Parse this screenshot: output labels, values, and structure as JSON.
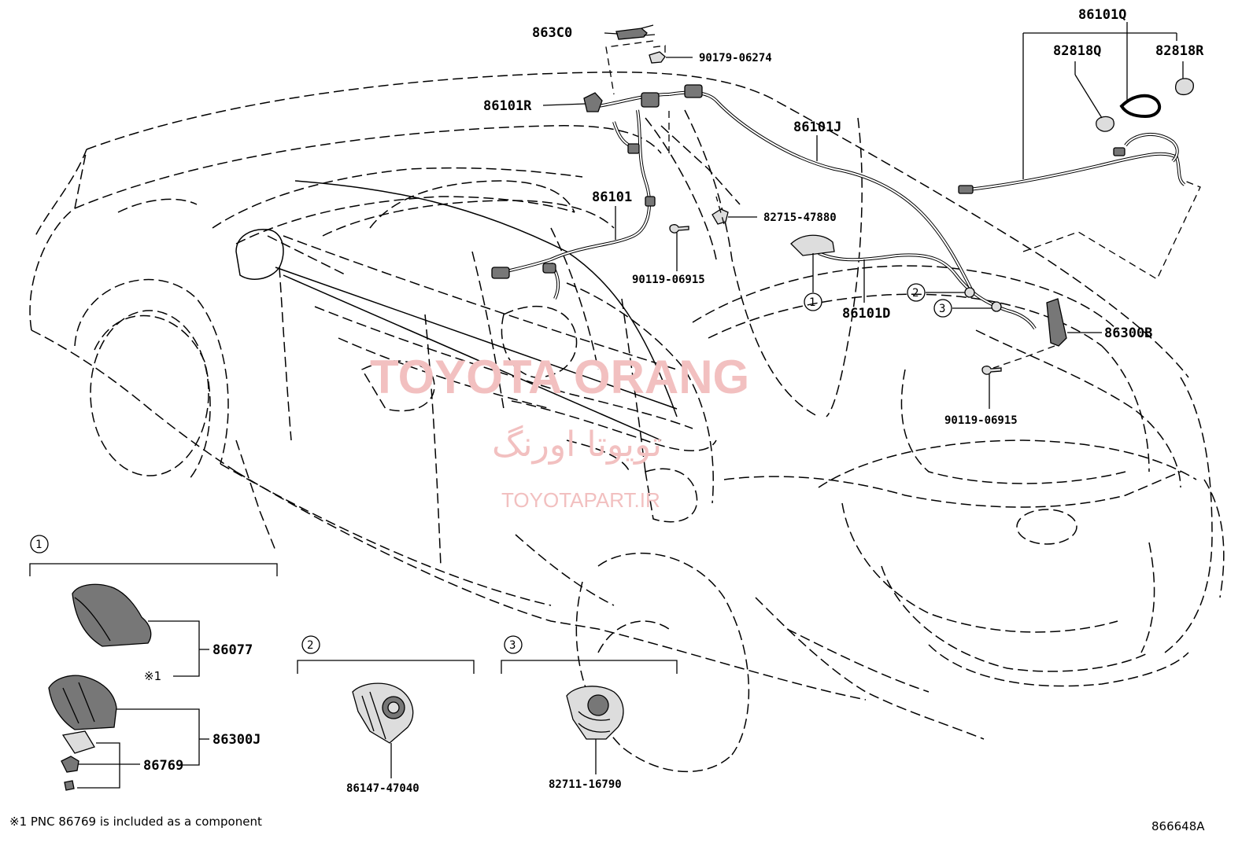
{
  "diagram_id": "866648A",
  "footnote": "※1 PNC 86769 is included as a component",
  "watermark": {
    "line1": "TOYOTA ORANG",
    "line2": "تویوتا اورنگ",
    "line3": "TOYOTAPART.IR"
  },
  "callouts": {
    "c1": "1",
    "c2": "2",
    "c3": "3"
  },
  "parts": {
    "p863C0": "863C0",
    "p90179_06274": "90179-06274",
    "p86101R": "86101R",
    "p86101": "86101",
    "p82715_47880": "82715-47880",
    "p90119_06915_a": "90119-06915",
    "p86101J": "86101J",
    "p86101D": "86101D",
    "p86101Q": "86101Q",
    "p82818Q": "82818Q",
    "p82818R": "82818R",
    "p86300B": "86300B",
    "p90119_06915_b": "90119-06915",
    "p86077": "86077",
    "p86300J": "86300J",
    "p86769": "86769",
    "p86147_47040": "86147-47040",
    "p82711_16790": "82711-16790",
    "note_mark": "※1"
  },
  "insets": {
    "inset1_label": "1",
    "inset2_label": "2",
    "inset3_label": "3"
  }
}
